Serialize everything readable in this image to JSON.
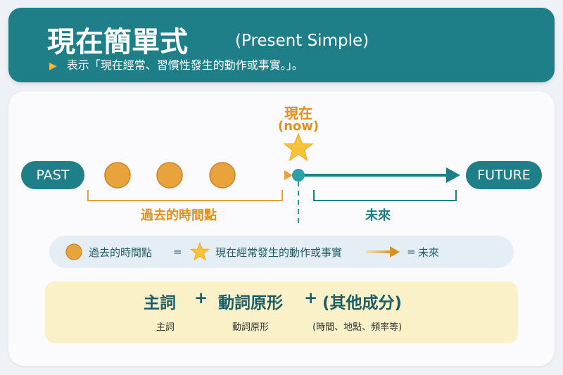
{
  "header": {
    "title": "現在簡單式",
    "title_en": "(Present Simple)",
    "subtitle": "表示「現在經常、習慣性發生的動作或事實。」。",
    "bullet_icon": "play-icon"
  },
  "timeline": {
    "past_label": "PAST",
    "future_label": "FUTURE",
    "now_label_zh": "現在",
    "now_label_en": "(now)",
    "past_range_label": "過去的時間點",
    "future_range_label": "未來",
    "past_points_count": 3,
    "colors": {
      "teal": "#1f7f88",
      "orange": "#e0911a",
      "dot": "#e8a33c",
      "star": "#f6c33a"
    }
  },
  "legend": {
    "dot_label": "過去的時間點",
    "equals1": "=",
    "star_label": "現在經常發生的動作或事實",
    "equals2": "=",
    "arrow_label": "未來"
  },
  "formula": {
    "subject": "主詞",
    "plus1": "+",
    "verb": "動詞原形",
    "plus2": "+",
    "other": "(其他成分)",
    "subject_sub": "主詞",
    "verb_sub": "動詞原形",
    "other_sub": "(時間、地點、頻率等)"
  }
}
